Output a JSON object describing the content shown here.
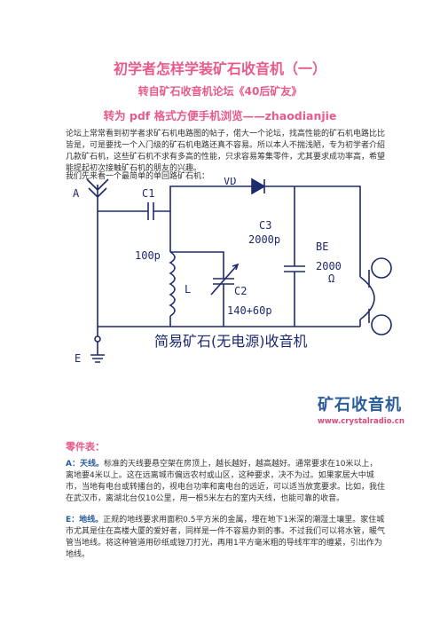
{
  "title": "初学者怎样学装矿石收音机（一）",
  "subtitle": "转自矿石收音机论坛《40后矿友》",
  "subtitle2": "转为 pdf 格式方便手机浏览——zhaodianjie",
  "intro": "论坛上常常看到初学者求矿石机电路图的帖子，偌大一个论坛，找高性能的矿石机电路比比皆是，可是要找一个入门级的矿石机电路还真不容易。所以本人不揣浅陋，专为初学者介绍几款矿石机，这些矿石机不求有多高的性能，只求容易筹集零件，尤其要求成功率高，希望能提起初次接触矿石机的朋友的兴趣。",
  "intro2": "我们先来看一个最简单的单回路矿石机：",
  "diagram": {
    "label_A": "A",
    "label_C1": "C1",
    "label_C1_value": "100p",
    "label_VD": "VD",
    "label_C3": "C3",
    "label_C3_value": "2000p",
    "label_L": "L",
    "label_C2": "C2",
    "label_C2_value": "140+60p",
    "label_BE": "BE",
    "label_BE_value": "2000",
    "label_BE_unit": "Ω",
    "label_E": "E",
    "caption": "简易矿石(无电源)收音机"
  },
  "logo": {
    "name": "矿石收音机",
    "url": "www.crystalradio.cn"
  },
  "parts_title": "零件表：",
  "parts": [
    {
      "head": "A：天线。",
      "text": "标准的天线要悬空架在房顶上，越长越好，越高越好。通常要求在10米以上，离地要4米以上。这在远离城市偏远农村或山区，这种要求，决不为过。如果家居大中城市，当地有电台或转播台的，视电台功率和离电台的远近，可以适当放宽要求。比如，我住在武汉市，离湖北台仅10公里，用一根5米左右的室内天线，也能可靠的收音。"
    },
    {
      "head": "E：地线。",
      "text": "正规的地线要求用面积0.5平方米的金属，埋在地下1米深的潮湿土壤里。家住城市尤其是住在高楼大厦的爱好者，同样是一件不容易办到的事。不过我们可以将水管，暖气管当地线。将这种管道用砂纸或锉刀打光，再用1平方毫米粗的导线牢牢的缠紧，引出作为地线。"
    }
  ]
}
